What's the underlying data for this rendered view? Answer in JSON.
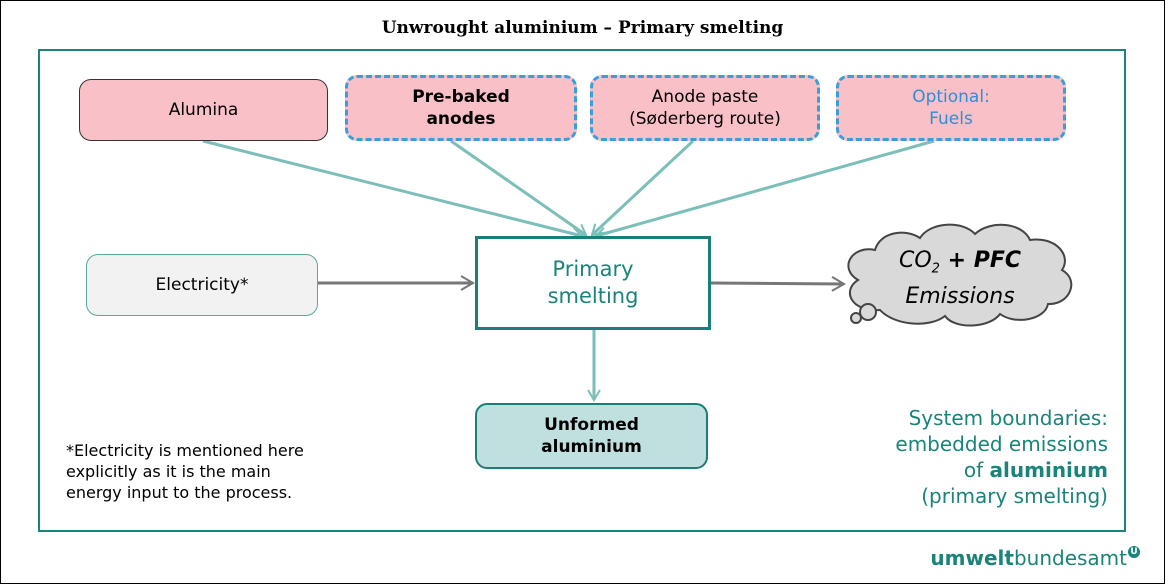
{
  "title": "Unwrought aluminium – Primary smelting",
  "inputs": {
    "alumina": "Alumina",
    "prebaked_line1": "Pre-baked",
    "prebaked_line2": "anodes",
    "anode_paste_line1": "Anode paste",
    "anode_paste_line2": "(Søderberg route)",
    "optional_line1": "Optional:",
    "optional_line2": "Fuels",
    "electricity": "Electricity*"
  },
  "process": {
    "line1": "Primary",
    "line2": "smelting"
  },
  "output": {
    "line1": "Unformed",
    "line2": "aluminium"
  },
  "emissions": {
    "co2": "CO",
    "co2_sub": "2",
    "plus_pfc": " + PFC",
    "emissions_word": "Emissions"
  },
  "footnote": {
    "line1": "*Electricity is mentioned here",
    "line2": "explicitly as it is the main",
    "line3": "energy input to the process."
  },
  "system_boundaries": {
    "line1": "System boundaries:",
    "line2": "embedded emissions",
    "line3_prefix": "of ",
    "line3_bold": "aluminium",
    "line4": "(primary smelting)"
  },
  "logo": {
    "part1": "umwelt",
    "part2": "bundesamt",
    "badge": "U"
  },
  "colors": {
    "teal": "#1a847b",
    "pink": "#f9c0c8",
    "dashed_blue": "#3a9ed9",
    "output_fill": "#bfe0de",
    "arrow_teal": "#7bbfb8",
    "arrow_grey": "#777777",
    "cloud_fill": "#d9d9d9"
  }
}
